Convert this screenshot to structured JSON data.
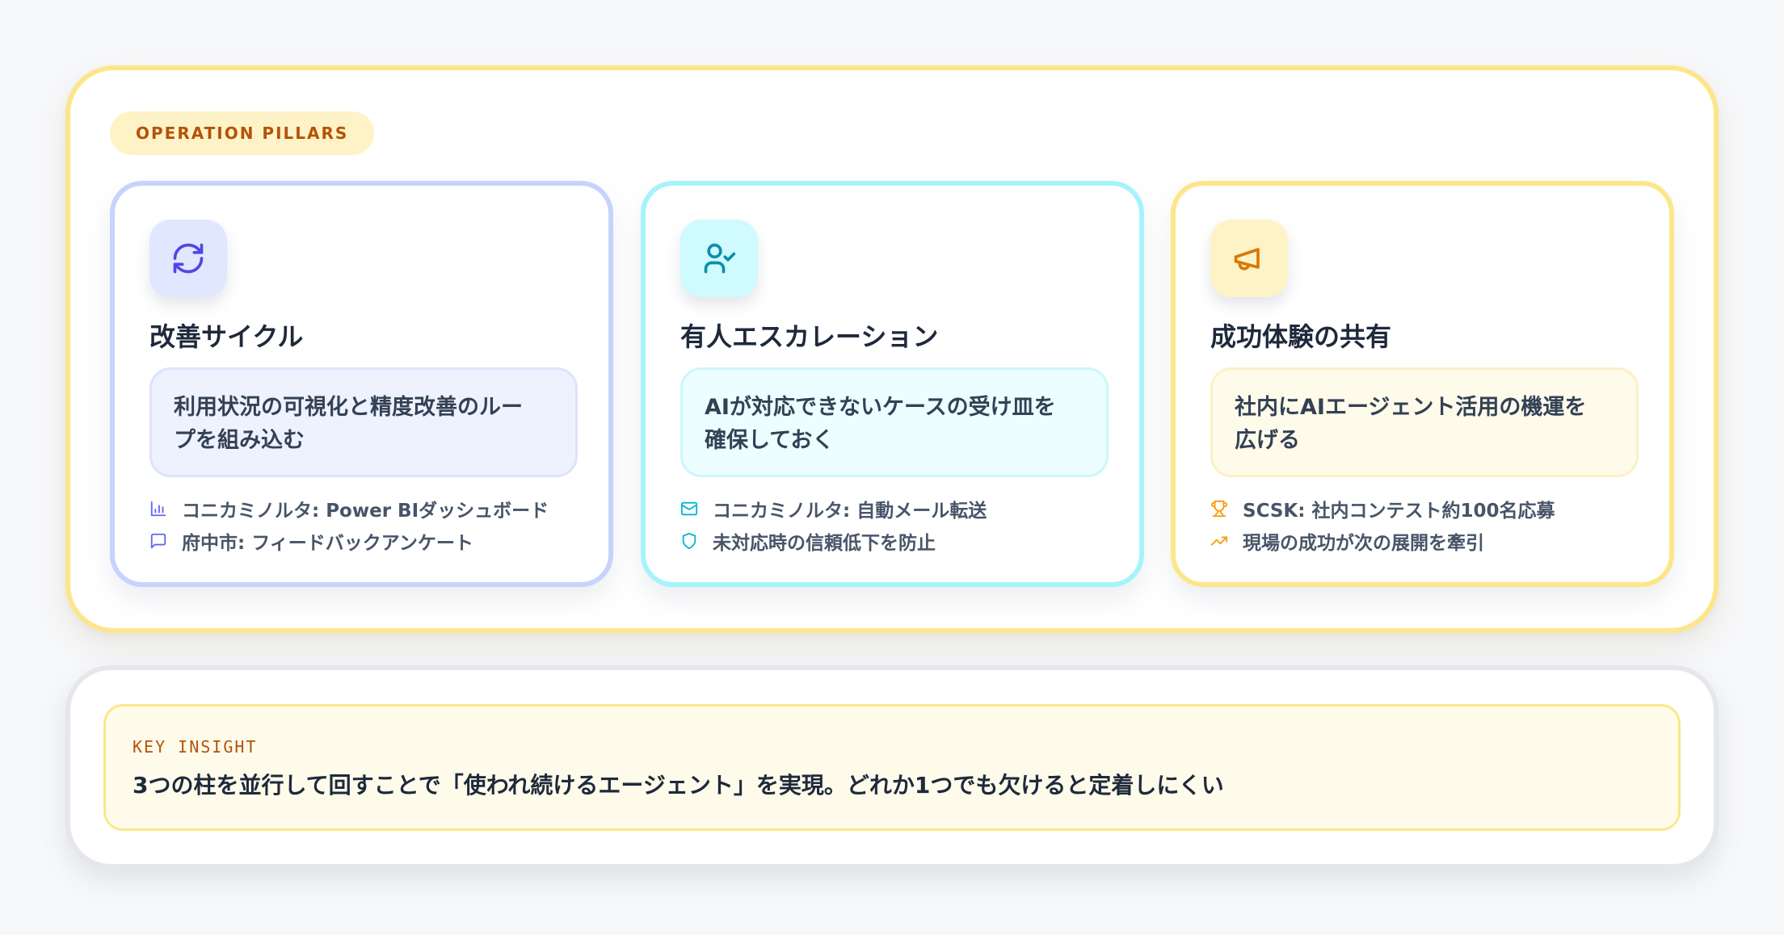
{
  "section": {
    "label": "OPERATION PILLARS"
  },
  "pillars": [
    {
      "icon": "refresh-cycle-icon",
      "title": "改善サイクル",
      "description_line1": "利用状況の可視化と精度改善のルー",
      "description_line2": "プを組み込む",
      "details": [
        {
          "icon": "bar-chart-icon",
          "text": "コニカミノルタ: Power BIダッシュボード"
        },
        {
          "icon": "message-square-icon",
          "text": "府中市: フィードバックアンケート"
        }
      ],
      "colors": {
        "border": "#c7d2fe",
        "icon_bg": "#e0e7ff",
        "icon": "#4f46e5",
        "desc_bg": "#eef2ff"
      }
    },
    {
      "icon": "user-check-icon",
      "title": "有人エスカレーション",
      "description_line1": "AIが対応できないケースの受け皿を",
      "description_line2": "確保しておく",
      "details": [
        {
          "icon": "mail-icon",
          "text": "コニカミノルタ: 自動メール転送"
        },
        {
          "icon": "shield-icon",
          "text": "未対応時の信頼低下を防止"
        }
      ],
      "colors": {
        "border": "#a5f3fc",
        "icon_bg": "#cffafe",
        "icon": "#0e8fa8",
        "desc_bg": "#ecfeff"
      }
    },
    {
      "icon": "megaphone-icon",
      "title": "成功体験の共有",
      "description_line1": "社内にAIエージェント活用の機運を",
      "description_line2": "広げる",
      "details": [
        {
          "icon": "trophy-icon",
          "text": "SCSK: 社内コンテスト約100名応募"
        },
        {
          "icon": "trending-up-icon",
          "text": "現場の成功が次の展開を牽引"
        }
      ],
      "colors": {
        "border": "#fde68a",
        "icon_bg": "#fef3c7",
        "icon": "#d97706",
        "desc_bg": "#fffbeb"
      }
    }
  ],
  "insight": {
    "label": "KEY INSIGHT",
    "text": "3つの柱を並行して回すことで「使われ続けるエージェント」を実現。どれか1つでも欠けると定着しにくい"
  },
  "theme": {
    "accent": "#b45309",
    "panel_border": "#fde68a",
    "text": "#1e293b"
  }
}
